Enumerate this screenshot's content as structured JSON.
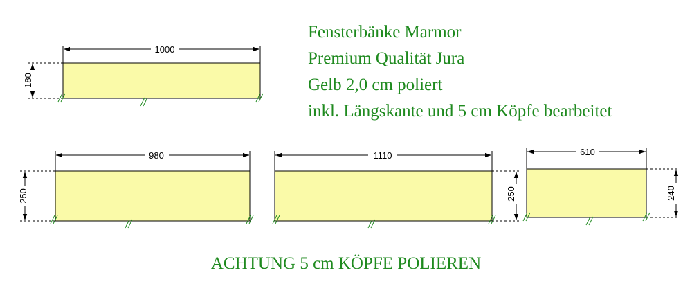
{
  "colors": {
    "panel_fill": "#fafaa8",
    "line": "#000000",
    "text_green": "#1f8a1f"
  },
  "title_lines": [
    "Fensterbänke Marmor",
    "Premium Qualität Jura",
    "Gelb 2,0 cm poliert",
    "inkl. Längskante und 5 cm Köpfe bearbeitet"
  ],
  "warning": "ACHTUNG 5 cm KÖPFE POLIEREN",
  "panels": [
    {
      "length_label": "1000",
      "depth_label": "180"
    },
    {
      "length_label": "980",
      "depth_label": "250"
    },
    {
      "length_label": "1110",
      "depth_label": "250"
    },
    {
      "length_label": "610",
      "depth_label": "240"
    }
  ]
}
